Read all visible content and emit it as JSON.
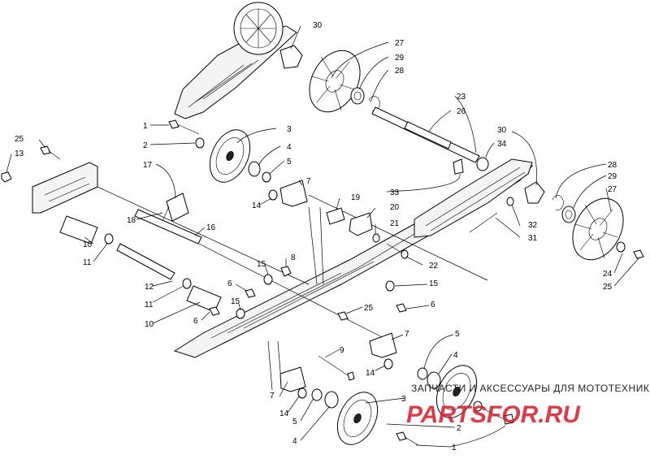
{
  "watermark": {
    "line1": "ЗАПЧАСТИ И АКСЕССУАРЫ ДЛЯ МОТОТЕХНИКИ",
    "line2": "PARTSFOR.RU"
  },
  "callouts": [
    {
      "n": "30"
    },
    {
      "n": "27"
    },
    {
      "n": "29"
    },
    {
      "n": "28"
    },
    {
      "n": "23"
    },
    {
      "n": "26"
    },
    {
      "n": "1"
    },
    {
      "n": "3"
    },
    {
      "n": "2"
    },
    {
      "n": "4"
    },
    {
      "n": "5"
    },
    {
      "n": "30"
    },
    {
      "n": "34"
    },
    {
      "n": "28"
    },
    {
      "n": "29"
    },
    {
      "n": "27"
    },
    {
      "n": "25"
    },
    {
      "n": "13"
    },
    {
      "n": "17"
    },
    {
      "n": "7"
    },
    {
      "n": "33"
    },
    {
      "n": "19"
    },
    {
      "n": "14"
    },
    {
      "n": "20"
    },
    {
      "n": "21"
    },
    {
      "n": "32"
    },
    {
      "n": "31"
    },
    {
      "n": "18"
    },
    {
      "n": "16"
    },
    {
      "n": "10"
    },
    {
      "n": "11"
    },
    {
      "n": "22"
    },
    {
      "n": "24"
    },
    {
      "n": "25"
    },
    {
      "n": "8"
    },
    {
      "n": "15"
    },
    {
      "n": "15"
    },
    {
      "n": "12"
    },
    {
      "n": "6"
    },
    {
      "n": "15"
    },
    {
      "n": "11"
    },
    {
      "n": "6"
    },
    {
      "n": "25"
    },
    {
      "n": "6"
    },
    {
      "n": "10"
    },
    {
      "n": "5"
    },
    {
      "n": "7"
    },
    {
      "n": "4"
    },
    {
      "n": "9"
    },
    {
      "n": "14"
    },
    {
      "n": "7"
    },
    {
      "n": "3"
    },
    {
      "n": "14"
    },
    {
      "n": "2"
    },
    {
      "n": "5"
    },
    {
      "n": "4"
    },
    {
      "n": "1"
    }
  ]
}
